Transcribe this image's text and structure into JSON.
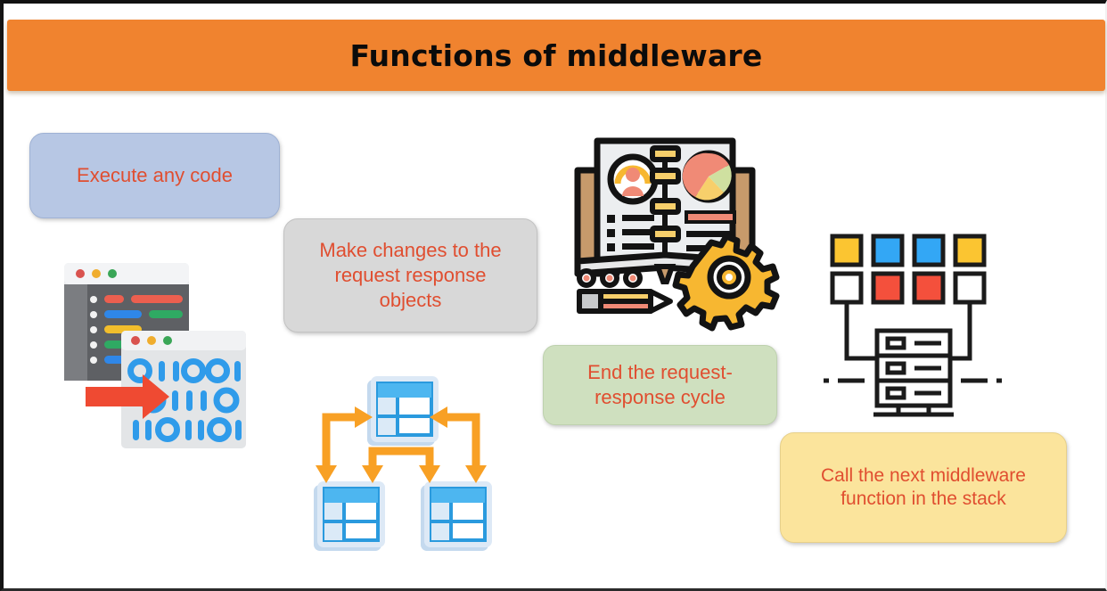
{
  "slide": {
    "title": "Functions of middleware",
    "background_color": "#ffffff",
    "banner_color": "#f0832f",
    "title_color": "#0b0b0b"
  },
  "callouts": [
    {
      "id": "execute-any-code",
      "text": "Execute any code",
      "lines": [
        "Execute any code"
      ],
      "fill_color": "#b7c7e4",
      "text_color": "#e04e30"
    },
    {
      "id": "make-changes",
      "text": "Make changes to the request response objects",
      "lines": [
        "Make changes to the",
        "request response",
        "objects"
      ],
      "fill_color": "#d8d8d8",
      "text_color": "#e04e30"
    },
    {
      "id": "end-cycle",
      "text": "End the request-response cycle",
      "lines": [
        "End the request-",
        "response cycle"
      ],
      "fill_color": "#cfe0bf",
      "text_color": "#e04e30"
    },
    {
      "id": "call-next",
      "text": "Call the next middleware function in the stack",
      "lines": [
        "Call the next middleware",
        "function in the stack"
      ],
      "fill_color": "#fbe49c",
      "text_color": "#c0392b"
    }
  ],
  "illustrations": [
    {
      "id": "code-to-binary",
      "name": "code-window-binary-illustration",
      "description": "Dark code editor window behind a light window of blue binary digits with a red arrow pointing right",
      "binary_rows": [
        "O11OO1",
        "O1111O",
        "11O11O1"
      ],
      "arrow_color": "#ef4a32",
      "digit_color": "#2f9bea",
      "window_dots": [
        "#d9534f",
        "#f0ad2e",
        "#3aa657"
      ]
    },
    {
      "id": "dashboard-book",
      "name": "dashboard-book-illustration",
      "description": "Open book showing an avatar, pie chart and text lines, with a pencil, three dots and a gear",
      "accent_colors": [
        "#f7b731",
        "#f08a76",
        "#c79a6b",
        "#ffffff"
      ]
    },
    {
      "id": "server-network",
      "name": "server-network-illustration",
      "description": "Eight colored squares connected by lines to a three-tier server rack",
      "square_colors": [
        "#fbc531",
        "#33a7f5",
        "#33a7f5",
        "#fbc531",
        "#ffffff",
        "#f4503c",
        "#f4503c",
        "#ffffff"
      ]
    },
    {
      "id": "table-flow",
      "name": "table-flow-illustration",
      "description": "One table card at the top branching with orange arrows down to two table cards",
      "arrow_color": "#f8a024",
      "card_color": "#2a9ade"
    }
  ]
}
